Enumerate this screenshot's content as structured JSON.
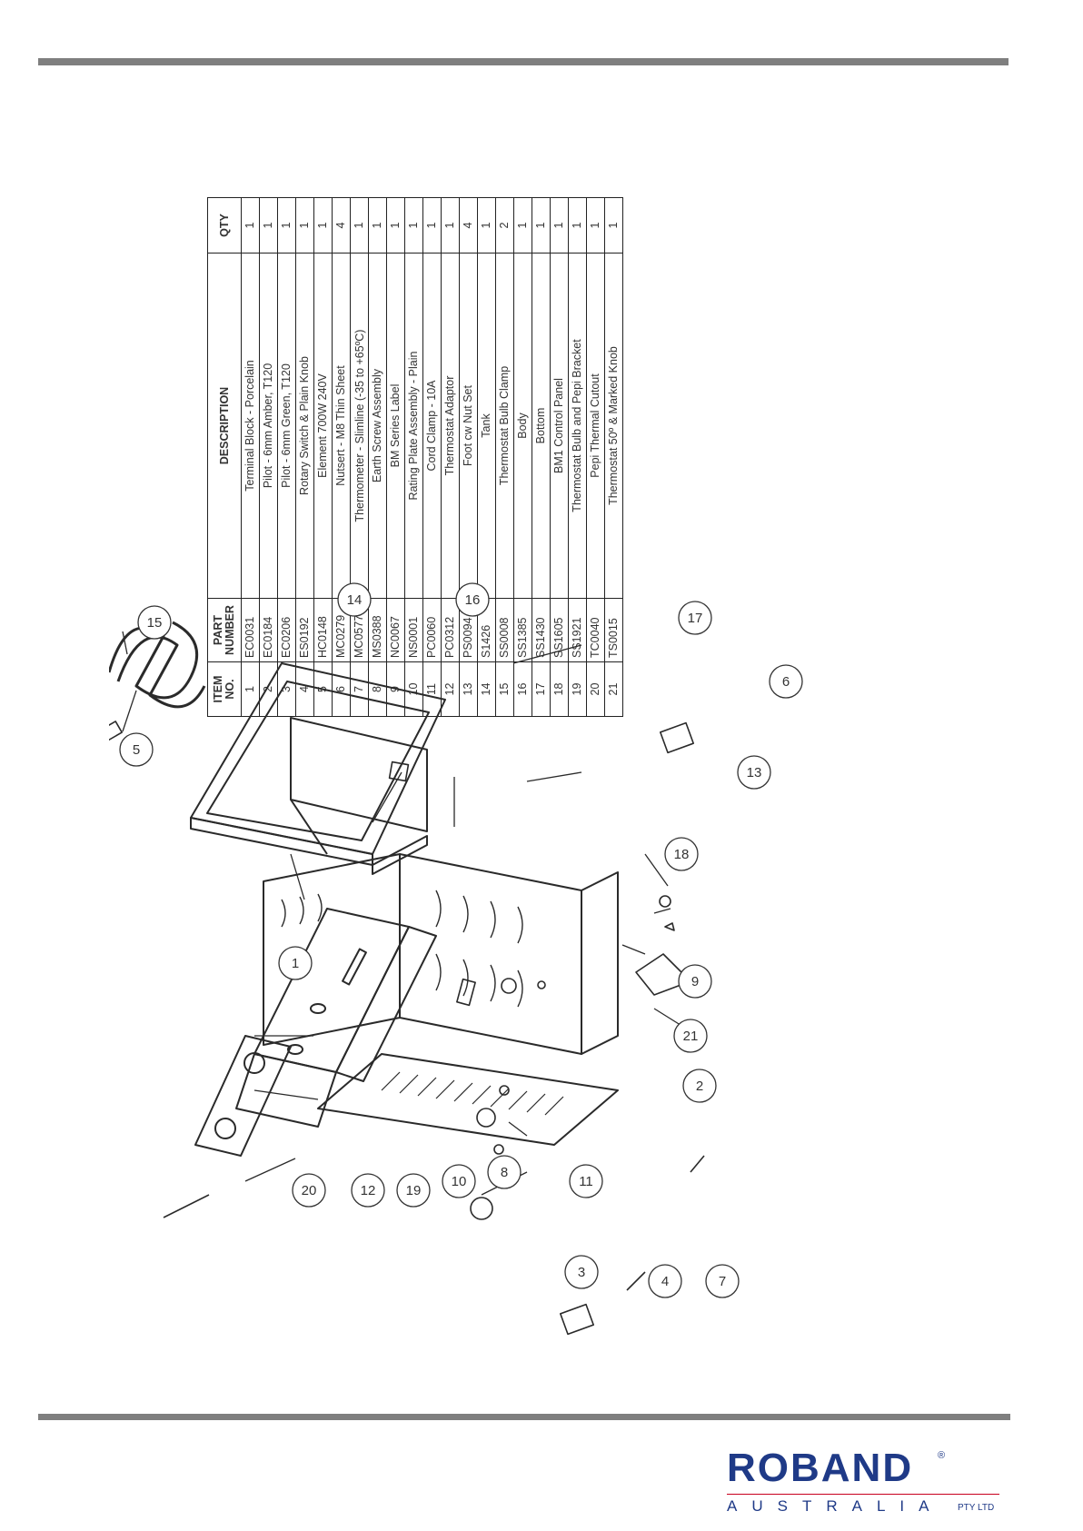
{
  "table": {
    "headers": {
      "item": "ITEM NO.",
      "part": "PART NUMBER",
      "desc": "DESCRIPTION",
      "qty": "QTY"
    },
    "rows": [
      {
        "item": "1",
        "part": "EC0031",
        "desc": "Terminal Block - Porcelain",
        "qty": "1"
      },
      {
        "item": "2",
        "part": "EC0184",
        "desc": "Pilot - 6mm Amber, T120",
        "qty": "1"
      },
      {
        "item": "3",
        "part": "EC0206",
        "desc": "Pilot - 6mm Green, T120",
        "qty": "1"
      },
      {
        "item": "4",
        "part": "ES0192",
        "desc": "Rotary Switch & Plain Knob",
        "qty": "1"
      },
      {
        "item": "5",
        "part": "HC0148",
        "desc": "Element 700W 240V",
        "qty": "1"
      },
      {
        "item": "6",
        "part": "MC0279",
        "desc": "Nutsert - M8 Thin Sheet",
        "qty": "4"
      },
      {
        "item": "7",
        "part": "MC0577",
        "desc": "Thermometer - Slimline (-35 to +65ºC)",
        "qty": "1"
      },
      {
        "item": "8",
        "part": "MS0388",
        "desc": "Earth Screw Assembly",
        "qty": "1"
      },
      {
        "item": "9",
        "part": "NC0067",
        "desc": "BM Series Label",
        "qty": "1"
      },
      {
        "item": "10",
        "part": "NS0001",
        "desc": "Rating Plate Assembly - Plain",
        "qty": "1"
      },
      {
        "item": "11",
        "part": "PC0060",
        "desc": "Cord Clamp - 10A",
        "qty": "1"
      },
      {
        "item": "12",
        "part": "PC0312",
        "desc": "Thermostat Adaptor",
        "qty": "1"
      },
      {
        "item": "13",
        "part": "PS0094",
        "desc": "Foot cw Nut Set",
        "qty": "4"
      },
      {
        "item": "14",
        "part": "S1426",
        "desc": "Tank",
        "qty": "1"
      },
      {
        "item": "15",
        "part": "SS0008",
        "desc": "Thermostat Bulb Clamp",
        "qty": "2"
      },
      {
        "item": "16",
        "part": "SS1385",
        "desc": "Body",
        "qty": "1"
      },
      {
        "item": "17",
        "part": "SS1430",
        "desc": "Bottom",
        "qty": "1"
      },
      {
        "item": "18",
        "part": "SS1605",
        "desc": "BM1 Control Panel",
        "qty": "1"
      },
      {
        "item": "19",
        "part": "SS1921",
        "desc": "Thermostat Bulb and Pepi Bracket",
        "qty": "1"
      },
      {
        "item": "20",
        "part": "TC0040",
        "desc": "Pepi Thermal Cutout",
        "qty": "1"
      },
      {
        "item": "21",
        "part": "TS0015",
        "desc": "Thermostat 50º & Marked Knob",
        "qty": "1"
      }
    ]
  },
  "callouts": [
    "1",
    "2",
    "3",
    "4",
    "5",
    "6",
    "7",
    "8",
    "9",
    "10",
    "11",
    "12",
    "13",
    "14",
    "15",
    "16",
    "17",
    "18",
    "19",
    "20",
    "21"
  ],
  "logo": {
    "name": "ROBAND",
    "reg": "®",
    "country": "AUSTRALIA",
    "suffix": "PTY LTD"
  },
  "colors": {
    "rule": "#7f7f7f",
    "brand": "#1f3a87",
    "accent": "#c8001e"
  }
}
